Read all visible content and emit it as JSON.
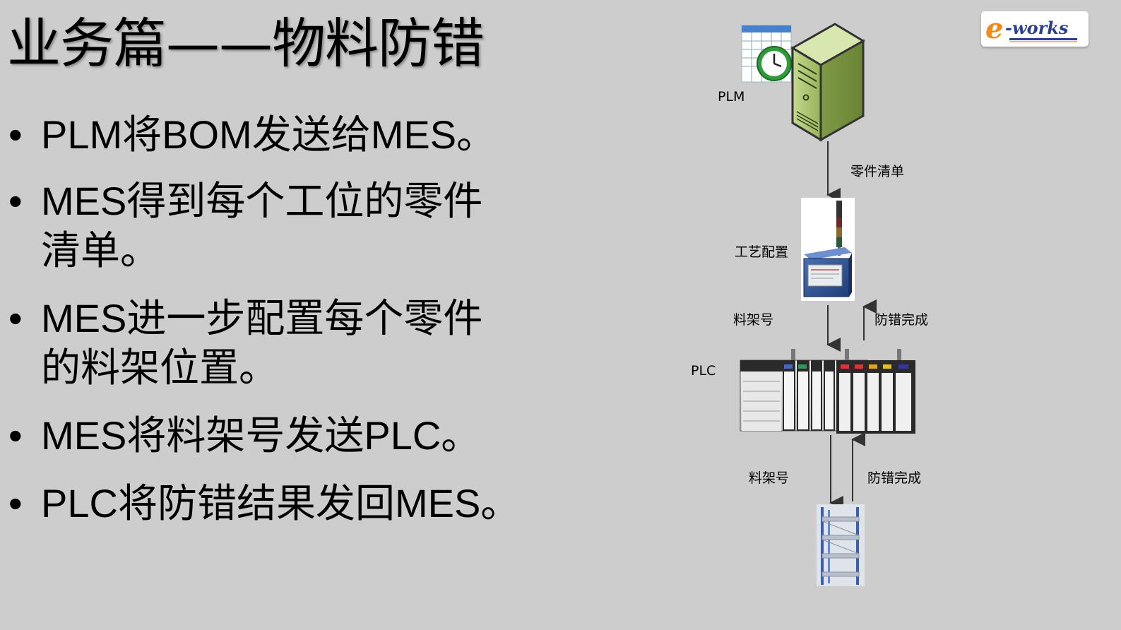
{
  "title": "业务篇——物料防错",
  "bullets": [
    "PLM将BOM发送给MES。",
    "MES得到每个工位的零件清单。",
    "MES进一步配置每个零件的料架位置。",
    "MES将料架号发送PLC。",
    "PLC将防错结果发回MES。"
  ],
  "logo": {
    "text_e": "e",
    "text_rest": "-works"
  },
  "diagram": {
    "plm_label": "PLM",
    "arrow1_label": "零件清单",
    "config_label": "工艺配置",
    "arrow2_label": "料架号",
    "arrow2_back_label": "防错完成",
    "plc_label": "PLC",
    "arrow3_label": "料架号",
    "arrow3_back_label": "防错完成"
  },
  "colors": {
    "background": "#cdcdcd",
    "server_green": "#a9c26e",
    "logo_orange": "#f08a1c",
    "logo_blue": "#2a3f8f"
  }
}
